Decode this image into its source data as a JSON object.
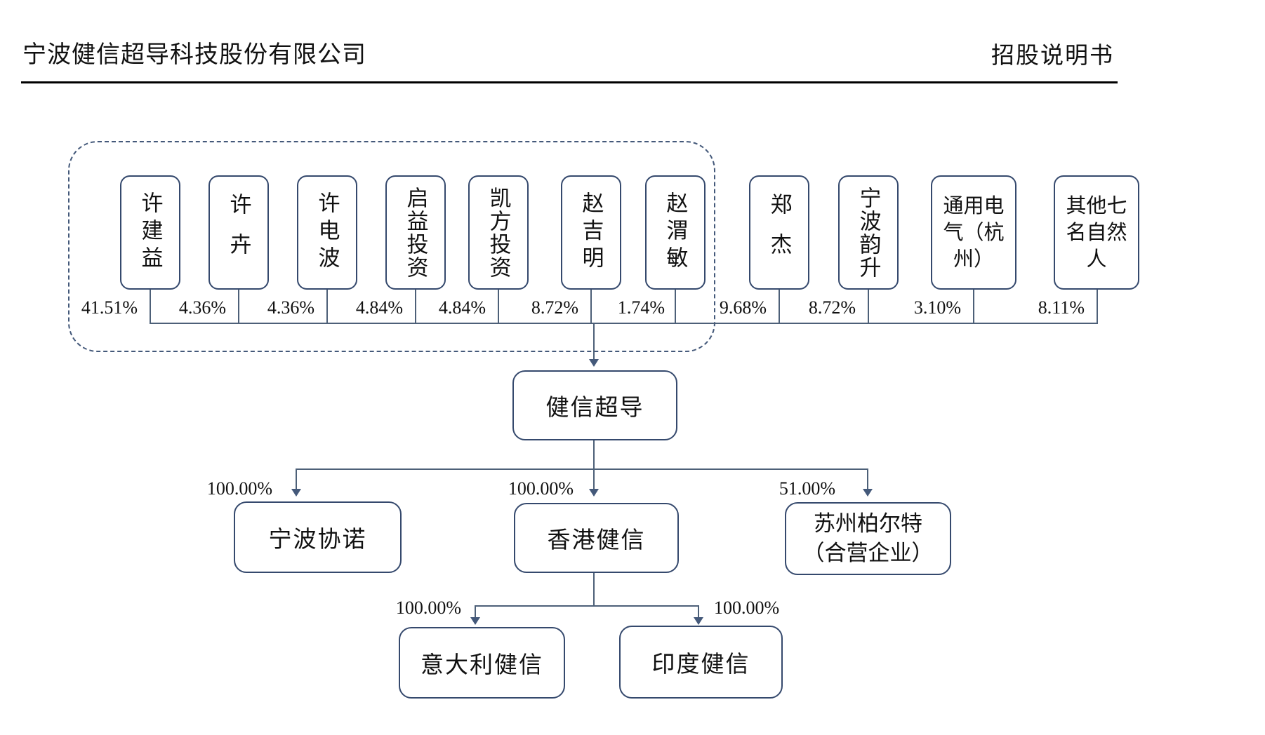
{
  "header": {
    "company_title": "宁波健信超导科技股份有限公司",
    "doc_type": "招股说明书"
  },
  "colors": {
    "box_border": "#35496d",
    "connector_line": "#4d6078",
    "dashed_outline": "#44597a",
    "text": "#111111",
    "background": "#ffffff"
  },
  "diagram": {
    "type": "ownership-structure",
    "shareholders": [
      {
        "name": "许建益",
        "percent": "41.51%",
        "in_dashed_group": true
      },
      {
        "name": "许卉",
        "percent": "4.36%",
        "in_dashed_group": true
      },
      {
        "name": "许电波",
        "percent": "4.36%",
        "in_dashed_group": true
      },
      {
        "name": "启益投资",
        "percent": "4.84%",
        "in_dashed_group": true
      },
      {
        "name": "凯方投资",
        "percent": "4.84%",
        "in_dashed_group": true
      },
      {
        "name": "赵吉明",
        "percent": "8.72%",
        "in_dashed_group": true
      },
      {
        "name": "赵渭敏",
        "percent": "1.74%",
        "in_dashed_group": true
      },
      {
        "name": "郑杰",
        "percent": "9.68%",
        "in_dashed_group": false
      },
      {
        "name": "宁波韵升",
        "percent": "8.72%",
        "in_dashed_group": false
      },
      {
        "name": "通用电气（杭州）",
        "percent": "3.10%",
        "in_dashed_group": false
      },
      {
        "name": "其他七名自然人",
        "percent": "8.11%",
        "in_dashed_group": false
      }
    ],
    "company": {
      "name": "健信超导"
    },
    "subsidiaries": [
      {
        "name": "宁波协诺",
        "percent": "100.00%"
      },
      {
        "name": "香港健信",
        "percent": "100.00%"
      },
      {
        "name": "苏州柏尔特（合营企业）",
        "name_line1": "苏州柏尔特",
        "name_line2": "（合营企业）",
        "percent": "51.00%"
      }
    ],
    "hk_subsidiaries": [
      {
        "name": "意大利健信",
        "percent": "100.00%"
      },
      {
        "name": "印度健信",
        "percent": "100.00%"
      }
    ]
  }
}
